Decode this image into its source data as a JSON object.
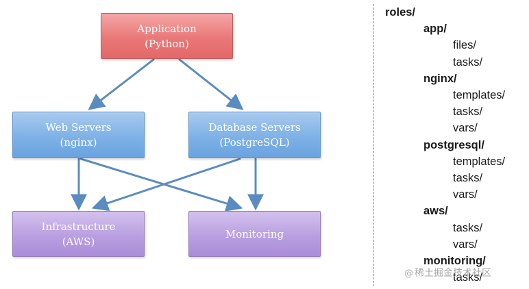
{
  "diagram": {
    "application": {
      "line1": "Application",
      "line2": "(Python)"
    },
    "web_servers": {
      "line1": "Web Servers",
      "line2": "(nginx)"
    },
    "database_servers": {
      "line1": "Database Servers",
      "line2": "(PostgreSQL)"
    },
    "infrastructure": {
      "line1": "Infrastructure",
      "line2": "(AWS)"
    },
    "monitoring": {
      "line1": "Monitoring"
    },
    "colors": {
      "application": "#ea7878",
      "servers": "#7eb1e6",
      "bottom": "#b99fe0",
      "arrow": "#5b8cbf"
    }
  },
  "tree": {
    "lines": [
      {
        "text": "roles/",
        "level": 0
      },
      {
        "text": "app/",
        "level": 1
      },
      {
        "text": "files/",
        "level": 2
      },
      {
        "text": "tasks/",
        "level": 2
      },
      {
        "text": "nginx/",
        "level": 1
      },
      {
        "text": "templates/",
        "level": 2
      },
      {
        "text": "tasks/",
        "level": 2
      },
      {
        "text": "vars/",
        "level": 2
      },
      {
        "text": "postgresql/",
        "level": 1
      },
      {
        "text": "templates/",
        "level": 2
      },
      {
        "text": "tasks/",
        "level": 2
      },
      {
        "text": "vars/",
        "level": 2
      },
      {
        "text": "aws/",
        "level": 1
      },
      {
        "text": "tasks/",
        "level": 2
      },
      {
        "text": "vars/",
        "level": 2
      },
      {
        "text": "monitoring/",
        "level": 1
      },
      {
        "text": "tasks/",
        "level": 2
      }
    ]
  },
  "watermark": {
    "icon": "at-icon",
    "text": "稀土掘金技术社区"
  }
}
